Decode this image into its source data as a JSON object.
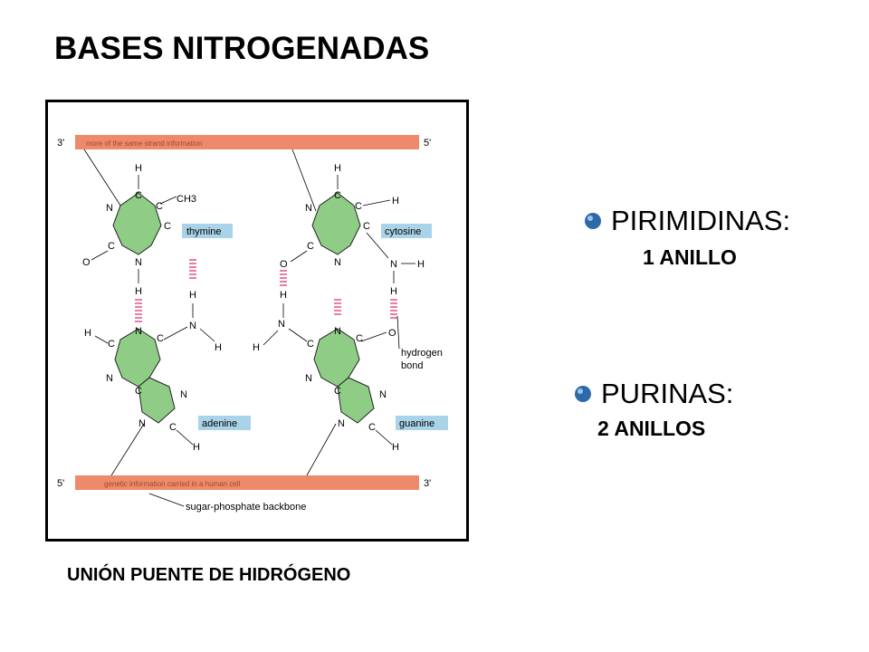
{
  "title": "BASES NITROGENADAS",
  "caption": "UNIÓN PUENTE DE HIDRÓGENO",
  "bullets": [
    {
      "label": "PIRIMIDINAS:",
      "sub": "1 ANILLO"
    },
    {
      "label": "PURINAS:",
      "sub": "2 ANILLOS"
    }
  ],
  "figure": {
    "strand_top": {
      "left": "3'",
      "right": "5'",
      "text": "more of the same strand information"
    },
    "strand_bottom": {
      "left": "5'",
      "right": "3'",
      "text": "genetic information carried in a human cell"
    },
    "backbone_label": "sugar-phosphate backbone",
    "hbond_label": [
      "hydrogen",
      "bond"
    ],
    "base_labels": {
      "thymine": "thymine",
      "cytosine": "cytosine",
      "adenine": "adenine",
      "guanine": "guanine"
    },
    "atoms": {
      "C": "C",
      "N": "N",
      "O": "O",
      "H": "H",
      "CH3": "CH3"
    }
  },
  "colors": {
    "ring": "#8fcd86",
    "label_box": "#a9d3e8",
    "strand": "#ee8a6a",
    "hbond": "#e0467a",
    "bullet": "#2e6aa8"
  }
}
